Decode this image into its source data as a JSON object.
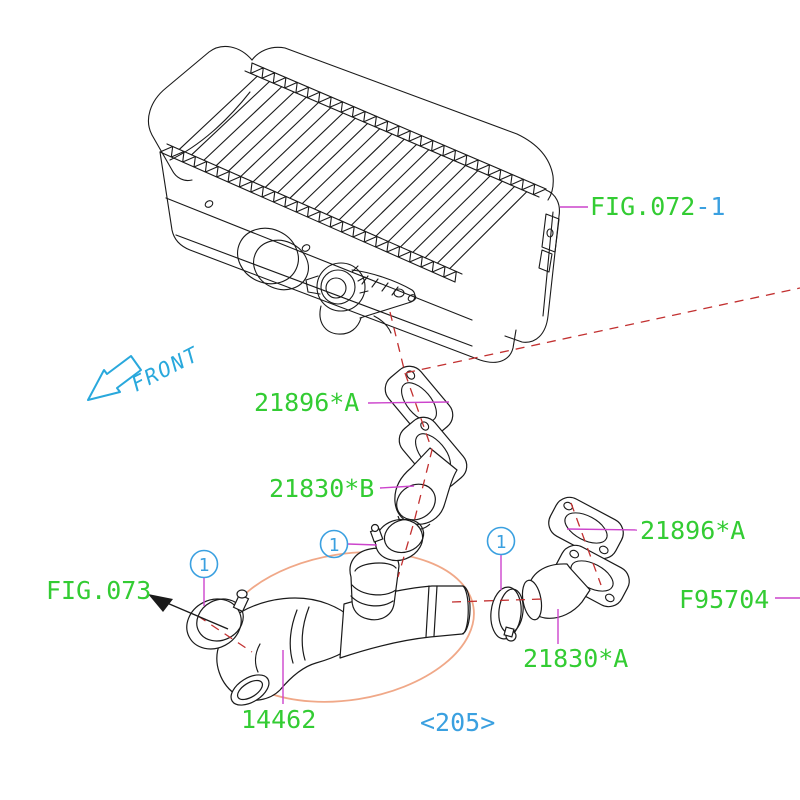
{
  "colors": {
    "part_label_green": "#33cc33",
    "reference_blue": "#3aa0e0",
    "leader_magenta": "#cc44cc",
    "axis_red": "#c23030",
    "highlight_salmon": "#f0a888",
    "line_ink": "#1a1a1a"
  },
  "figure": {
    "fig_ref_main": "FIG.072",
    "fig_ref_suffix": "-1",
    "fig_ref_secondary": "FIG.073",
    "front_label": "FRONT",
    "page_ref": "<205>"
  },
  "parts": {
    "gasket_upper": "21896*A",
    "duct_b": "21830*B",
    "gasket_right": "21896*A",
    "duct_a": "21830*A",
    "hose": "14462",
    "fitting_ref": "F95704"
  },
  "callouts": {
    "clamp_left": "1",
    "clamp_middle": "1",
    "clamp_right": "1"
  }
}
